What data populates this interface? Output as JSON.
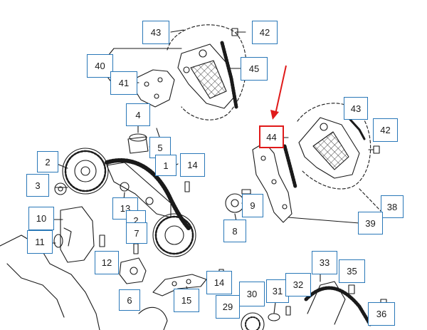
{
  "callouts": [
    {
      "id": "c43a",
      "label": "43"
    },
    {
      "id": "c42a",
      "label": "42"
    },
    {
      "id": "c40",
      "label": "40"
    },
    {
      "id": "c45",
      "label": "45"
    },
    {
      "id": "c41",
      "label": "41"
    },
    {
      "id": "c4",
      "label": "4"
    },
    {
      "id": "c43b",
      "label": "43"
    },
    {
      "id": "c44",
      "label": "44",
      "highlighted": true
    },
    {
      "id": "c42b",
      "label": "42"
    },
    {
      "id": "c2a",
      "label": "2"
    },
    {
      "id": "c5",
      "label": "5"
    },
    {
      "id": "c1",
      "label": "1"
    },
    {
      "id": "c14a",
      "label": "14"
    },
    {
      "id": "c3",
      "label": "3"
    },
    {
      "id": "c13",
      "label": "13"
    },
    {
      "id": "c2b",
      "label": "2"
    },
    {
      "id": "c10",
      "label": "10"
    },
    {
      "id": "c9",
      "label": "9"
    },
    {
      "id": "c38",
      "label": "38"
    },
    {
      "id": "c39",
      "label": "39"
    },
    {
      "id": "c7",
      "label": "7"
    },
    {
      "id": "c8",
      "label": "8"
    },
    {
      "id": "c11",
      "label": "11"
    },
    {
      "id": "c12",
      "label": "12"
    },
    {
      "id": "c33",
      "label": "33"
    },
    {
      "id": "c35",
      "label": "35"
    },
    {
      "id": "c14b",
      "label": "14"
    },
    {
      "id": "c30",
      "label": "30"
    },
    {
      "id": "c31",
      "label": "31"
    },
    {
      "id": "c32",
      "label": "32"
    },
    {
      "id": "c6",
      "label": "6"
    },
    {
      "id": "c15",
      "label": "15"
    },
    {
      "id": "c29",
      "label": "29"
    },
    {
      "id": "c36",
      "label": "36"
    }
  ],
  "colors": {
    "callout_border": "#2a78b8",
    "highlight": "#e01a1a",
    "line_art": "#1a1a1a"
  }
}
